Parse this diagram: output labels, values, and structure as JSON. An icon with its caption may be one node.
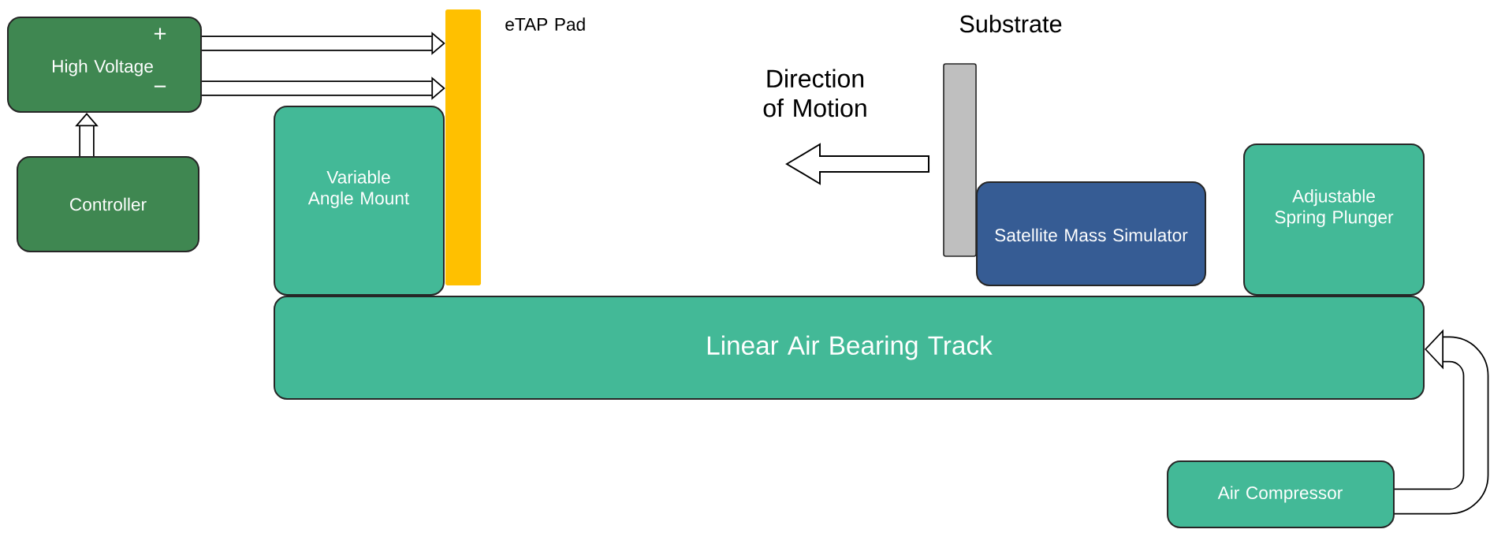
{
  "diagram": {
    "nodes": [
      {
        "text": [
          "High Voltage",
          "+",
          "−"
        ]
      },
      {
        "text": [
          "Variable Angle Mount"
        ]
      },
      {
        "text": [
          "eTAP Pad"
        ]
      },
      {
        "text": [
          "Substrate"
        ]
      },
      {
        "text": [
          "Satellite Mass Simulator"
        ]
      },
      {
        "text": [
          "Adjustable Spring Plunger"
        ]
      },
      {
        "text": [
          "Controller"
        ]
      },
      {
        "text": [
          "Linear Air Bearing Track"
        ]
      },
      {
        "text": [
          "Air Compressor"
        ]
      }
    ],
    "edges": [
      {
        "from": 0,
        "to": 2,
        "arrow": "to"
      },
      {
        "from": 0,
        "to": 2,
        "arrow": "to"
      },
      {
        "from": 6,
        "to": 0,
        "arrow": "to"
      },
      {
        "from": 8,
        "to": 7,
        "arrow": "to"
      }
    ],
    "labels": [
      "Direction of Motion"
    ]
  }
}
